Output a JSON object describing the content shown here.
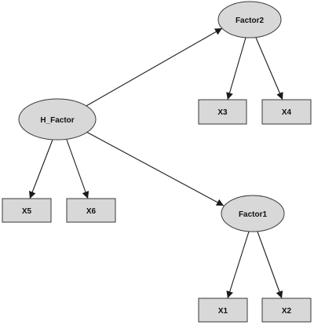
{
  "diagram": {
    "nodes": {
      "h_factor": {
        "label": "H_Factor",
        "shape": "ellipse"
      },
      "factor2": {
        "label": "Factor2",
        "shape": "ellipse"
      },
      "factor1": {
        "label": "Factor1",
        "shape": "ellipse"
      },
      "x1": {
        "label": "X1",
        "shape": "rect"
      },
      "x2": {
        "label": "X2",
        "shape": "rect"
      },
      "x3": {
        "label": "X3",
        "shape": "rect"
      },
      "x4": {
        "label": "X4",
        "shape": "rect"
      },
      "x5": {
        "label": "X5",
        "shape": "rect"
      },
      "x6": {
        "label": "X6",
        "shape": "rect"
      }
    },
    "edges": [
      {
        "from": "h_factor",
        "to": "factor2"
      },
      {
        "from": "h_factor",
        "to": "factor1"
      },
      {
        "from": "h_factor",
        "to": "x5"
      },
      {
        "from": "h_factor",
        "to": "x6"
      },
      {
        "from": "factor2",
        "to": "x3"
      },
      {
        "from": "factor2",
        "to": "x4"
      },
      {
        "from": "factor1",
        "to": "x1"
      },
      {
        "from": "factor1",
        "to": "x2"
      }
    ],
    "colors": {
      "node_fill": "#d8d8d8",
      "stroke": "#3a3a3a",
      "edge": "#1a1a1a"
    }
  }
}
